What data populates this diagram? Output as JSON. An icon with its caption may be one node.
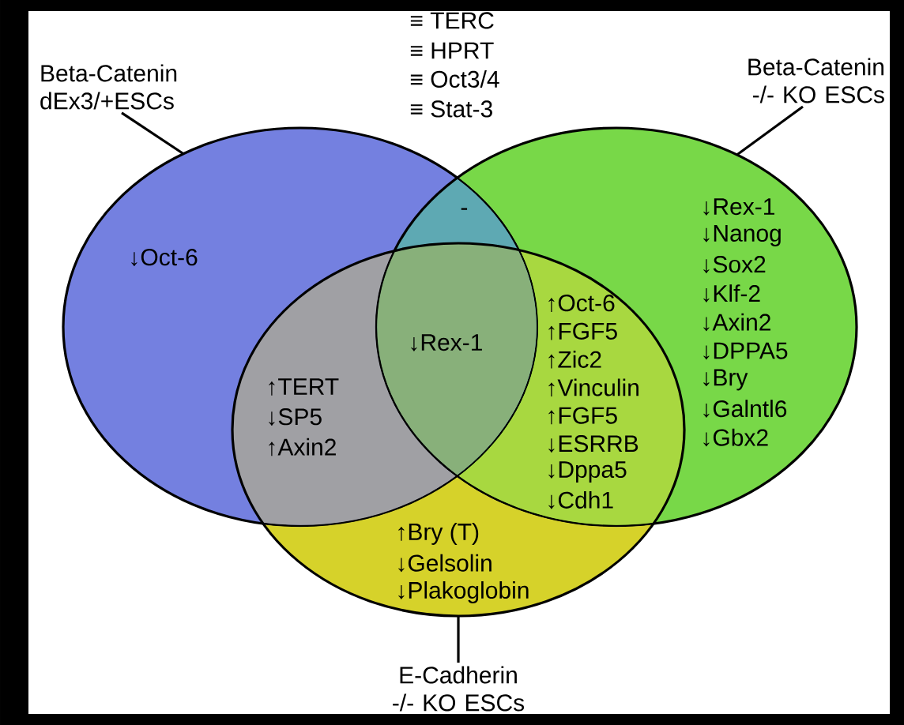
{
  "diagram": {
    "nodes": [
      {
        "text": [
          "Beta-Catenin dEx3/+ESCs"
        ]
      },
      {
        "text": [
          "Beta-Catenin -/- KO ESCs"
        ]
      },
      {
        "text": [],
        "shape": "ellipse"
      },
      {
        "text": [],
        "shape": "ellipse"
      },
      {
        "text": [],
        "shape": "ellipse"
      },
      {
        "text": [
          "E-Cadherin -/- KO ESCs"
        ]
      }
    ],
    "edges": [
      {
        "from": 0,
        "to": 2,
        "arrow": "none"
      },
      {
        "from": 1,
        "to": 3,
        "arrow": "none"
      },
      {
        "from": 5,
        "to": 4,
        "arrow": "none"
      }
    ],
    "labels": [
      "≡ TERC",
      "≡ HPRT",
      "≡ Oct3/4",
      "≡ Stat-3",
      "↓Oct-6",
      "-",
      "↓Rex-1",
      "↓Nanog",
      "↓Sox2",
      "↓Klf-2",
      "↓Axin2",
      "↓DPPA5",
      "↓Bry",
      "↓Galntl6",
      "↓Gbx2",
      "↓Rex-1",
      "↑TERT",
      "↓SP5",
      "↑Axin2",
      "↑Oct-6",
      "↑FGF5",
      "↑Zic2",
      "↑Vinculin",
      "↑FGF5",
      "↓ESRRB",
      "↓Dppa5",
      "↓Cdh1",
      "↑Bry (T)",
      "↓Gelsolin",
      "↓Plakoglobin"
    ]
  }
}
